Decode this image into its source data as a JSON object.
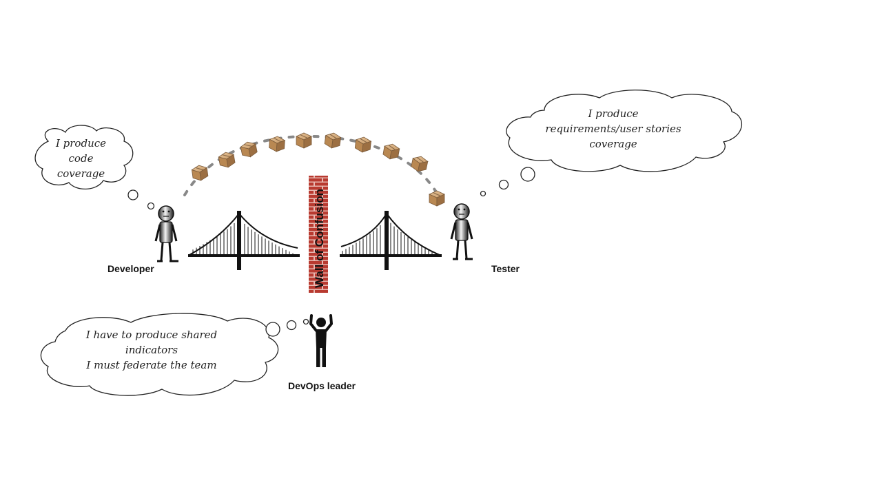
{
  "labels": {
    "developer": "Developer",
    "tester": "Tester",
    "devops": "DevOps leader",
    "wall": "Wall of Confusion"
  },
  "thoughts": {
    "developer": [
      "I produce",
      "code",
      "coverage"
    ],
    "tester": [
      "I produce",
      "requirements/user stories",
      "coverage"
    ],
    "devops": [
      "I have to produce shared",
      "indicators",
      "I must federate the team"
    ]
  },
  "colors": {
    "brick": "#b83a30",
    "mortar": "#e8b9b2",
    "box": "#c89a6a",
    "ink": "#111111"
  }
}
